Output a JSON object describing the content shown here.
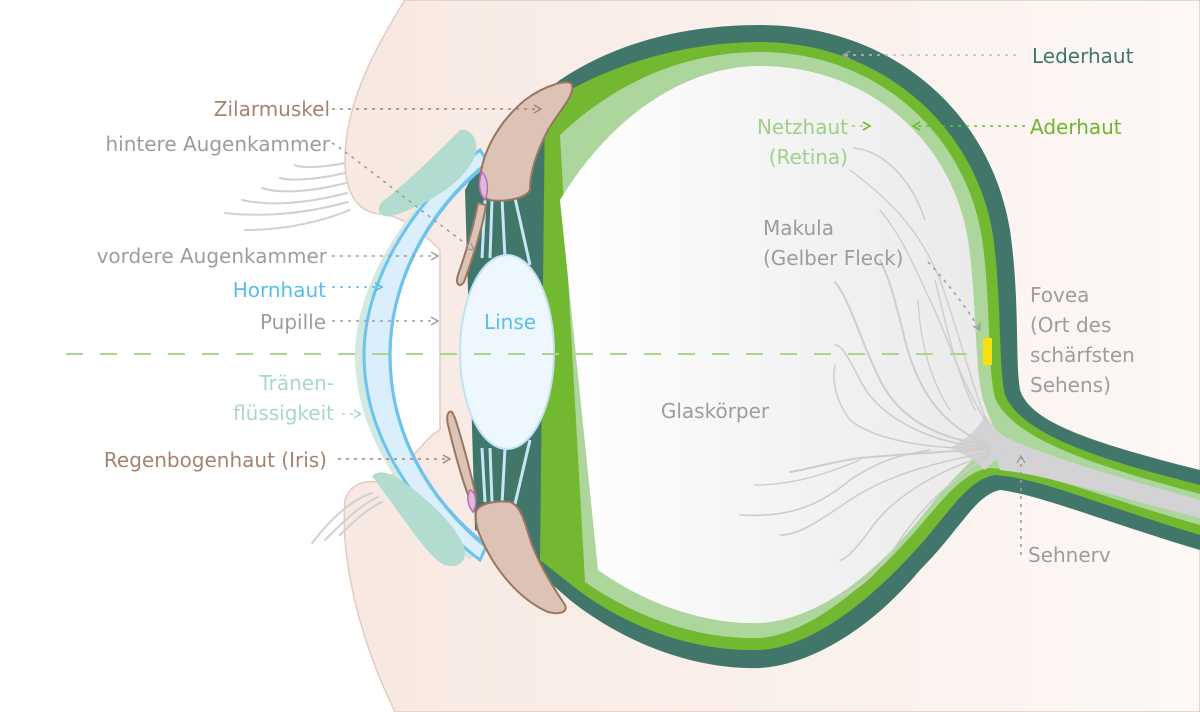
{
  "title": "Aufbau des menschlichen Auges",
  "colors": {
    "skin": "#f7e8e1",
    "skin_edge": "#e2cbbf",
    "sclera": "#41776a",
    "choroid": "#72b830",
    "retina": "#acd69b",
    "vitreous": "#f1f1f1",
    "cornea_fill": "#dbeefb",
    "cornea_line": "#6cc4ee",
    "tear_film": "#d2e9e1",
    "eyelid_tissue": "#b1dccf",
    "iris": "#dcc3b6",
    "iris_edge": "#9a7660",
    "lens_fill": "#edf7fd",
    "lens_edge": "#bfe2f6",
    "zonule": "#c6e6f7",
    "pink_gland": "#e2b7dc",
    "pink_edge": "#b66fb1",
    "fovea": "#f8e10a",
    "optic_axis": "#a7d68c",
    "vessels": "#cdcdcd",
    "optic_disc": "#d3d3d6",
    "label_brown": "#a6836e",
    "label_gray": "#9d9d9d",
    "label_blue": "#57c0ea",
    "label_teal": "#a9d8c8",
    "label_light_green": "#9ed08a",
    "label_green": "#6fb52f",
    "label_dark_green": "#41776a"
  },
  "labels": {
    "zilarmuskel": "Zilarmuskel",
    "hintere_augenkammer": "hintere Augenkammer",
    "vordere_augenkammer": "vordere Augenkammer",
    "hornhaut": "Hornhaut",
    "pupille": "Pupille",
    "linse": "Linse",
    "traenen_1": "Tränen-",
    "traenen_2": "flüssigkeit",
    "regenbogenhaut": "Regenbogenhaut (Iris)",
    "lederhaut": "Lederhaut",
    "aderhaut": "Aderhaut",
    "netzhaut_1": "Netzhaut",
    "netzhaut_2": "(Retina)",
    "makula_1": "Makula",
    "makula_2": "(Gelber Fleck)",
    "glaskoerper": "Glaskörper",
    "fovea_1": "Fovea",
    "fovea_2": "(Ort des",
    "fovea_3": "schärfsten",
    "fovea_4": "Sehens)",
    "sehnerv": "Sehnerv"
  }
}
